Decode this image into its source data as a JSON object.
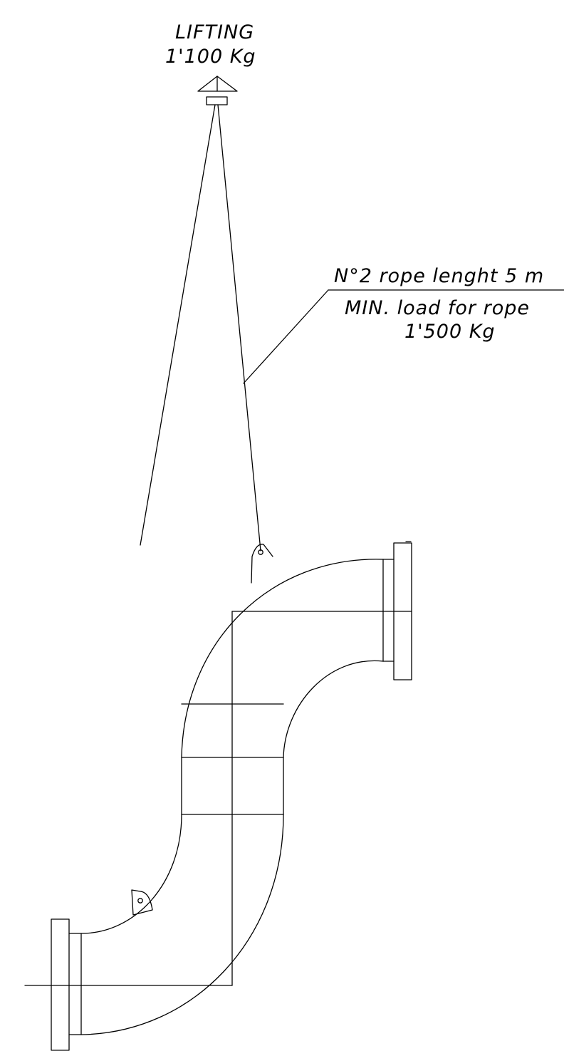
{
  "drawing": {
    "lifting": {
      "title": "LIFTING",
      "load": "1'100 Kg"
    },
    "rope_note": {
      "line1": "N°2 rope lenght 5 m",
      "line2": "MIN. load for rope",
      "line3": "1'500 Kg"
    }
  }
}
